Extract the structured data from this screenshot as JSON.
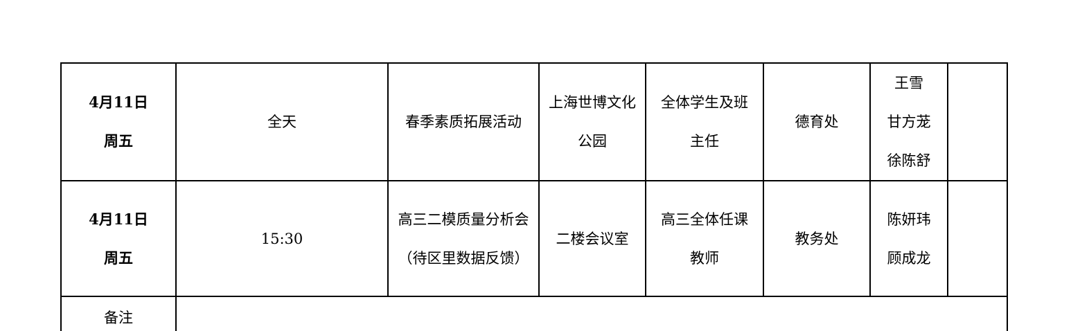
{
  "rows": [
    {
      "date": "4月11日",
      "weekday": "周五",
      "time": "全天",
      "event": "春季素质拓展活动",
      "location": "上海世博文化公园",
      "participants": "全体学生及班主任",
      "department": "德育处",
      "persons": [
        "王雪",
        "甘方茏",
        "徐陈舒"
      ],
      "note": ""
    },
    {
      "date": "4月11日",
      "weekday": "周五",
      "time": "15:30",
      "event": "高三二模质量分析会（待区里数据反馈）",
      "location": "二楼会议室",
      "participants": "高三全体任课教师",
      "department": "教务处",
      "persons": [
        "陈妍玮",
        "顾成龙"
      ],
      "note": ""
    }
  ],
  "remarks": {
    "label": "备注",
    "content": ""
  }
}
